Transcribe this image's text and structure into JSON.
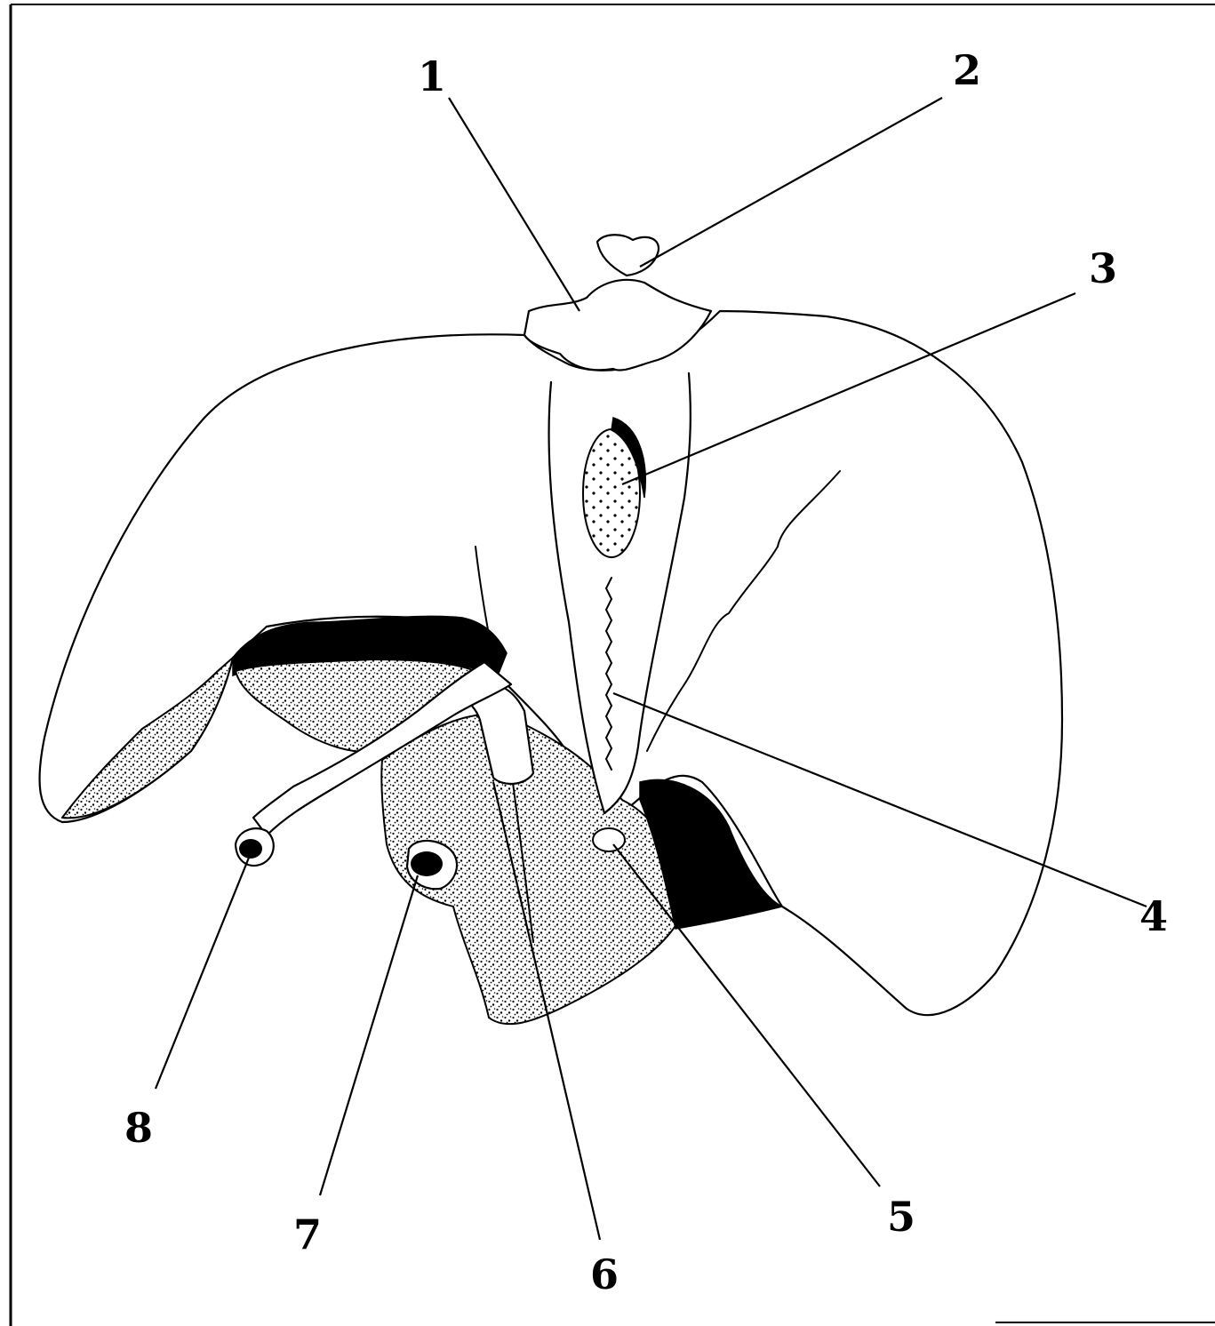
{
  "labels": [
    {
      "number": "1"
    },
    {
      "number": "2"
    },
    {
      "number": "3"
    },
    {
      "number": "4"
    },
    {
      "number": "5"
    },
    {
      "number": "6"
    },
    {
      "number": "7"
    },
    {
      "number": "8"
    }
  ]
}
